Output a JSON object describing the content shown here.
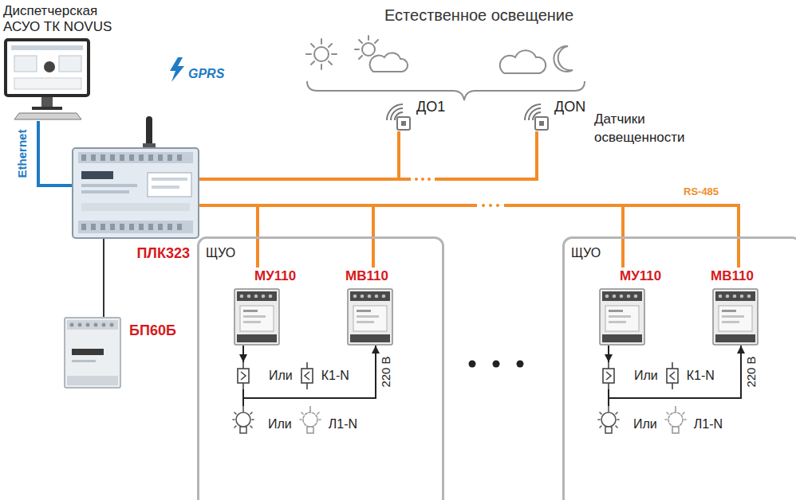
{
  "diagram": {
    "nodes": [
      {
        "text": [
          "Диспетчерская АСУО ТК NOVUS"
        ]
      },
      {
        "text": [
          "ПЛК323"
        ]
      },
      {
        "text": [
          "БП60Б"
        ]
      },
      {
        "text": [
          "ДО1"
        ]
      },
      {
        "text": [
          "ДОN"
        ]
      },
      {
        "text": [
          "ЩУО"
        ]
      },
      {
        "text": [
          "МУ110"
        ],
        "in": 5
      },
      {
        "text": [
          "МВ110"
        ],
        "in": 5
      },
      {
        "text": [
          "Или",
          "К1-N"
        ],
        "in": 5
      },
      {
        "text": [
          "Или",
          "Л1-N"
        ],
        "in": 5
      },
      {
        "text": [
          "ЩУО"
        ]
      },
      {
        "text": [
          "МУ110"
        ],
        "in": 10
      },
      {
        "text": [
          "МВ110"
        ],
        "in": 10
      },
      {
        "text": [
          "Или",
          "К1-N"
        ],
        "in": 10
      },
      {
        "text": [
          "Или",
          "Л1-N"
        ],
        "in": 10
      }
    ],
    "edges": [
      {
        "from": 0,
        "to": 1,
        "arrow": "none",
        "label": "Ethernet"
      },
      {
        "from": 1,
        "to": 2,
        "arrow": "none"
      },
      {
        "from": 1,
        "to": 3,
        "arrow": "none"
      },
      {
        "from": 1,
        "to": 4,
        "arrow": "none"
      },
      {
        "from": 1,
        "to": 6,
        "arrow": "none"
      },
      {
        "from": 1,
        "to": 7,
        "arrow": "none"
      },
      {
        "from": 1,
        "to": 11,
        "arrow": "none"
      },
      {
        "from": 1,
        "to": 12,
        "arrow": "none"
      },
      {
        "from": 6,
        "to": 8,
        "arrow": "to"
      },
      {
        "from": 8,
        "to": 9,
        "arrow": "none"
      },
      {
        "from": 9,
        "to": 7,
        "arrow": "to",
        "label": "220 В"
      },
      {
        "from": 11,
        "to": 13,
        "arrow": "to"
      },
      {
        "from": 13,
        "to": 14,
        "arrow": "none"
      },
      {
        "from": 14,
        "to": 12,
        "arrow": "to",
        "label": "220 В"
      }
    ],
    "labels": [
      "Естественное освещение",
      "GPRS",
      "Датчики освещенности",
      "RS-485"
    ]
  }
}
